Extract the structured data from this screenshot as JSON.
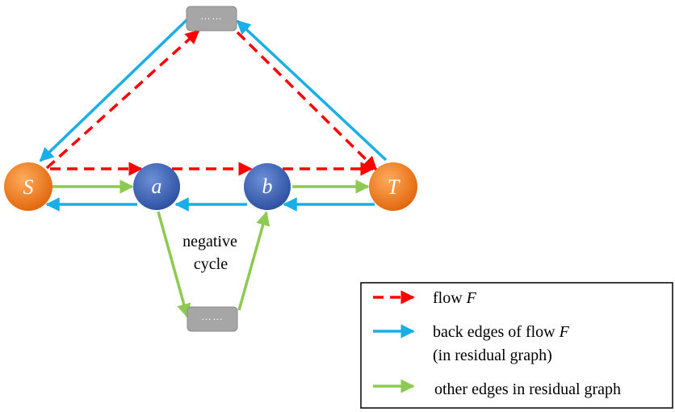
{
  "nodes": {
    "S": "S",
    "a": "a",
    "b": "b",
    "T": "T",
    "top_box": "……",
    "bottom_box": "……"
  },
  "caption": {
    "line1": "negative",
    "line2": "cycle"
  },
  "legend": {
    "flow": {
      "text": "flow ",
      "var": "F"
    },
    "back": {
      "line1_text": "back edges of flow ",
      "line1_var": "F",
      "line2": "(in residual graph)"
    },
    "other": {
      "text": "other edges in residual graph"
    }
  },
  "colors": {
    "flow": "#ff0000",
    "back": "#1aaee6",
    "other": "#8cca52",
    "source_sink": "#ef7b22",
    "inner_node": "#3a63b8",
    "box": "#a6a6a6"
  }
}
